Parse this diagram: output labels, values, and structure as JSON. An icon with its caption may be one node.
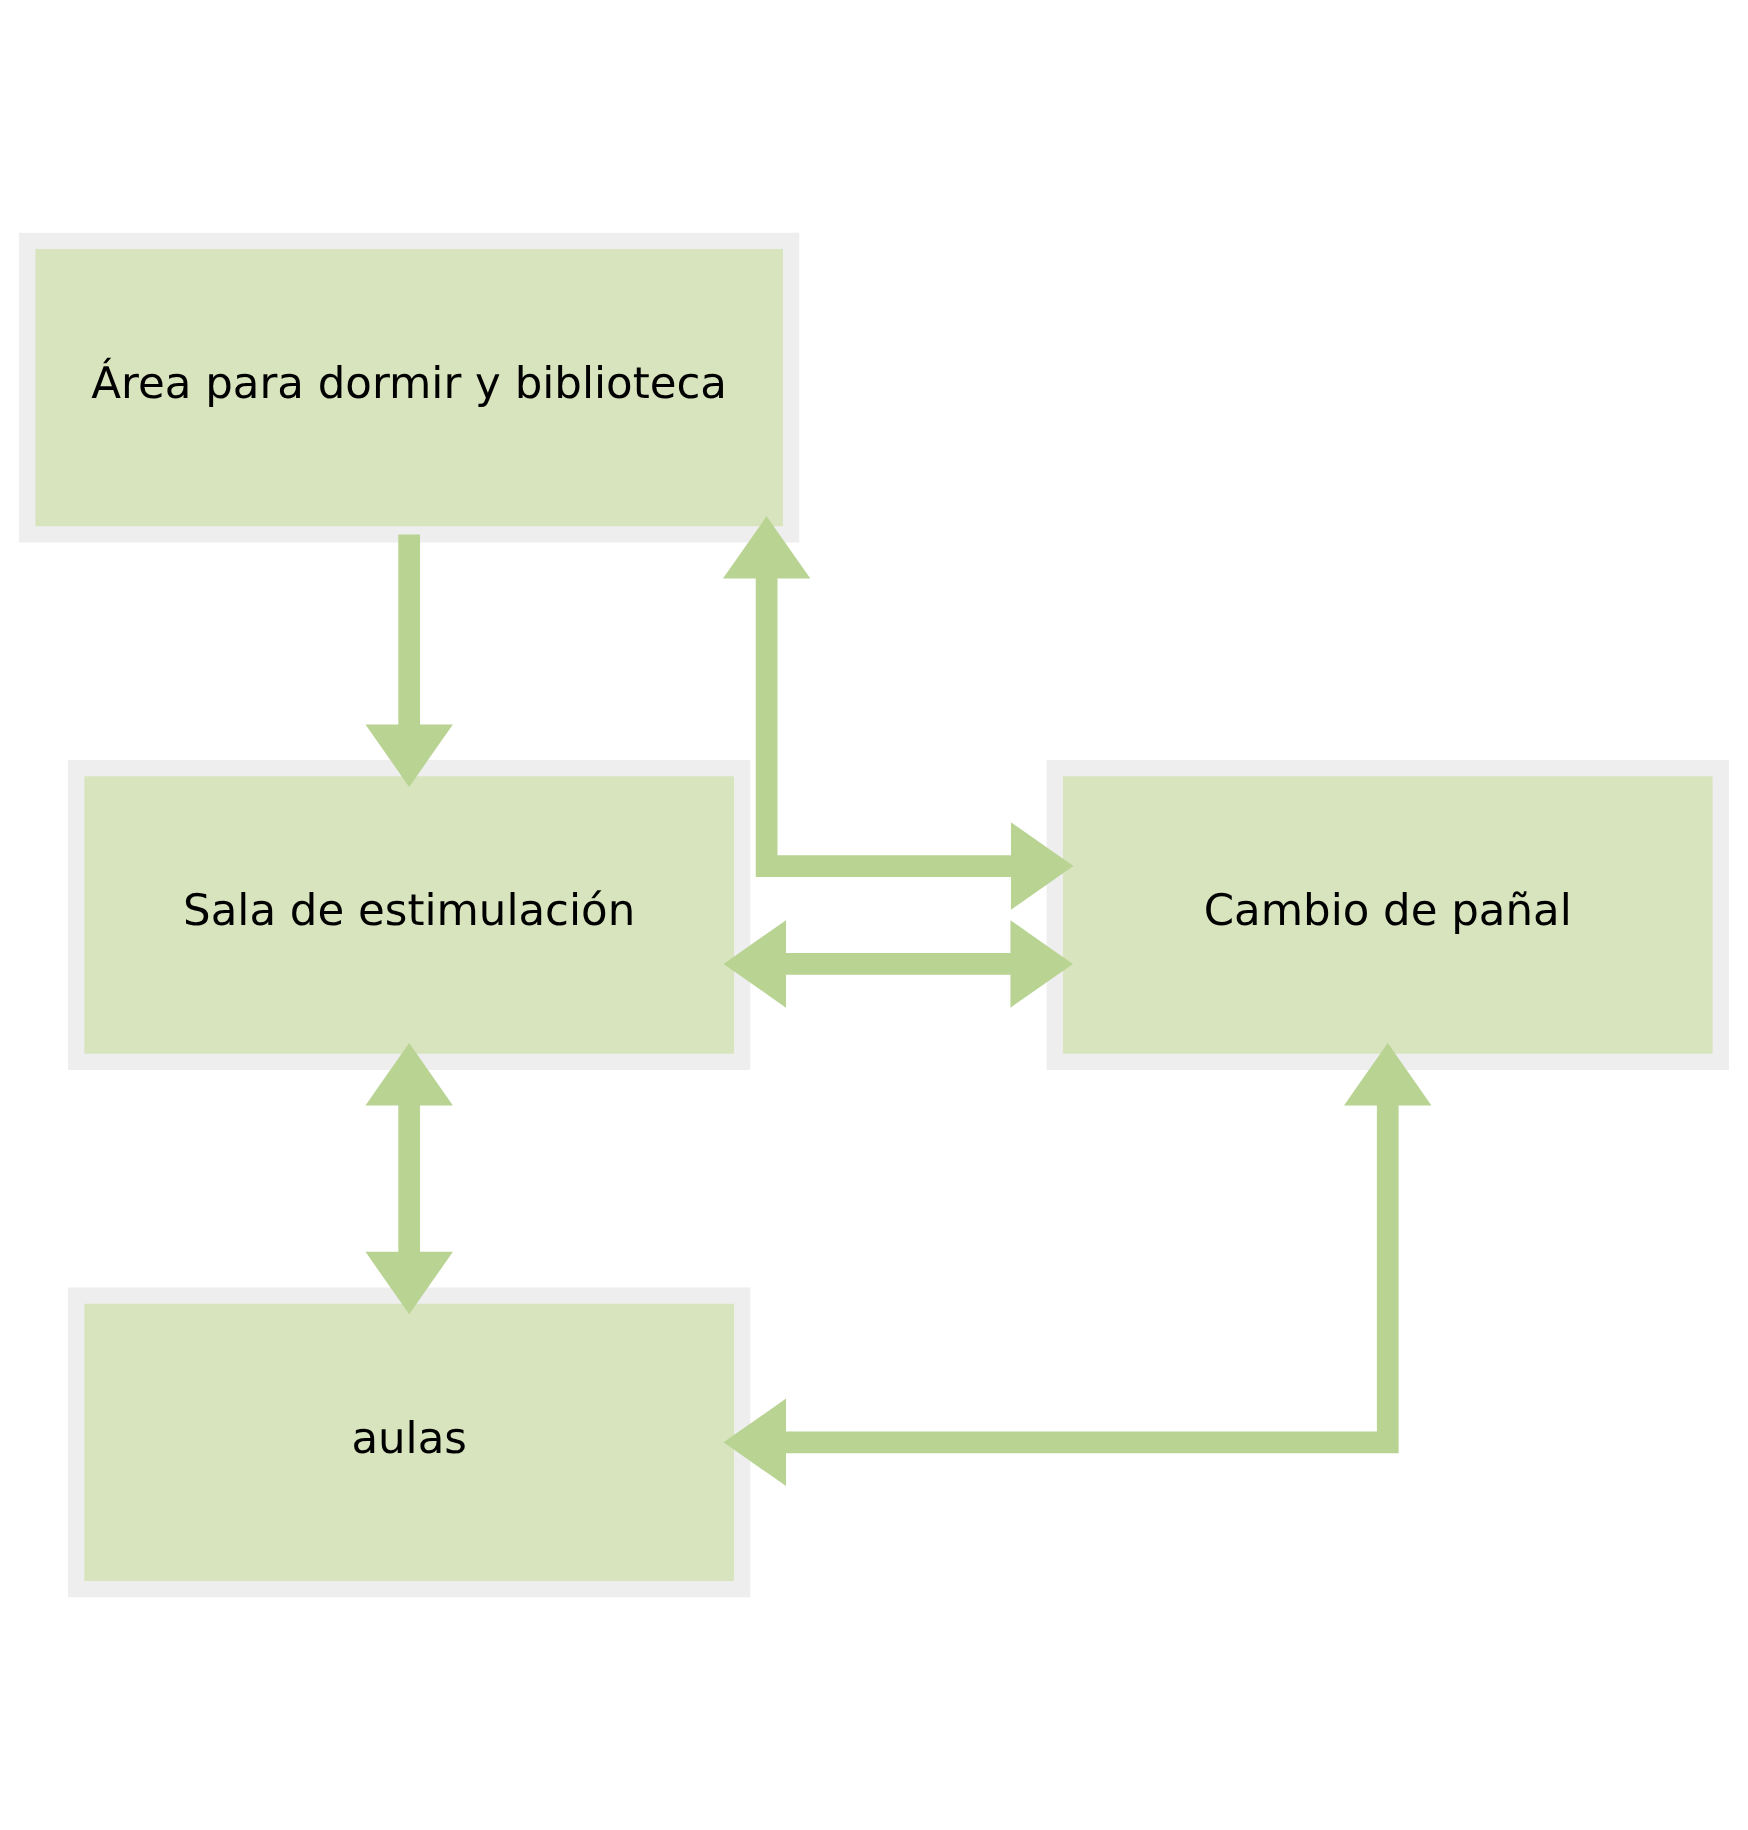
{
  "diagram": {
    "nodes": [
      {
        "text": [
          "Área para dormir y biblioteca"
        ]
      },
      {
        "text": [
          "Sala de estimulación"
        ]
      },
      {
        "text": [
          "Cambio de pañal"
        ]
      },
      {
        "text": [
          "aulas"
        ]
      }
    ],
    "edges": [
      {
        "from": 0,
        "to": 1,
        "arrow": "to"
      },
      {
        "from": 0,
        "to": 2,
        "arrow": "both"
      },
      {
        "from": 1,
        "to": 2,
        "arrow": "both"
      },
      {
        "from": 1,
        "to": 3,
        "arrow": "both"
      },
      {
        "from": 2,
        "to": 3,
        "arrow": "both"
      }
    ]
  }
}
